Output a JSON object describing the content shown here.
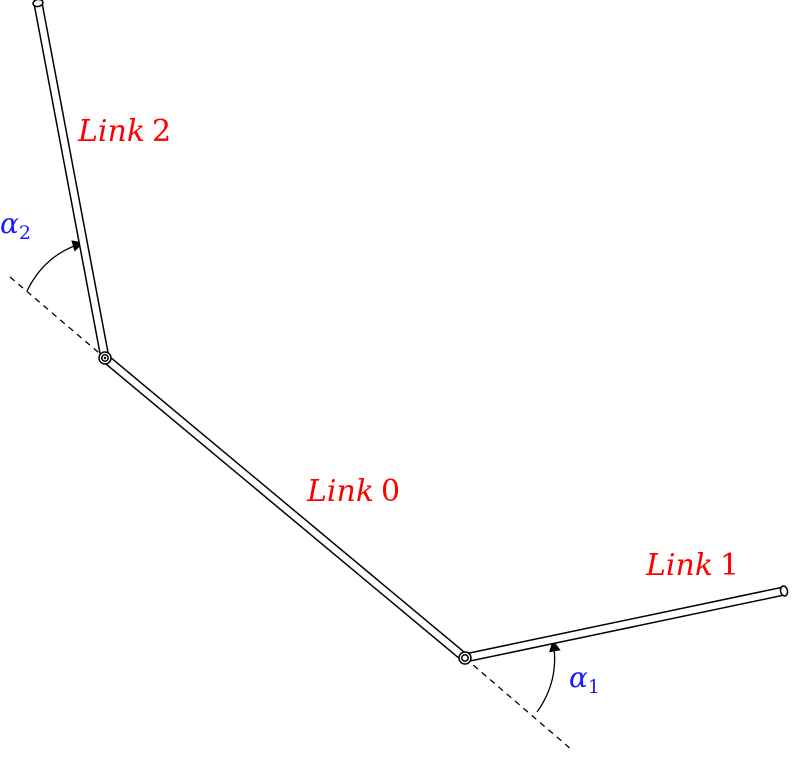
{
  "links": {
    "link0": {
      "name": "Link",
      "index": "0"
    },
    "link1": {
      "name": "Link",
      "index": "1"
    },
    "link2": {
      "name": "Link",
      "index": "2"
    }
  },
  "angles": {
    "alpha1": {
      "symbol": "α",
      "sub": "1"
    },
    "alpha2": {
      "symbol": "α",
      "sub": "2"
    }
  },
  "colors": {
    "link_label": "#ff0000",
    "angle_label": "#1a1aff",
    "lines": "#000000"
  }
}
